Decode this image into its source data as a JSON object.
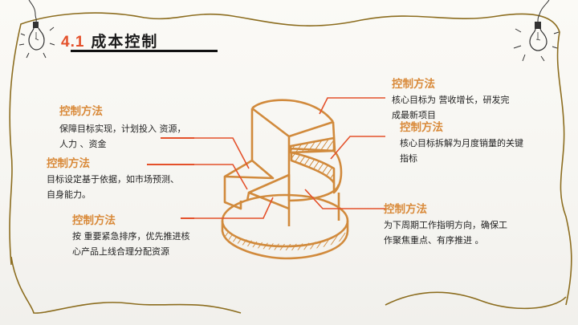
{
  "slide": {
    "title_number": "4.1",
    "title": "成本控制",
    "accent_color": "#e4512b",
    "heading_color": "#d98a3a",
    "frame_color": "#8c6d1f",
    "diagram_color": "#d18a3c"
  },
  "blocks": [
    {
      "heading": "控制方法",
      "lines": [
        "保障目标实现，计划投入 资源，",
        "人力 、资金"
      ]
    },
    {
      "heading": "控制方法",
      "lines": [
        "目标设定基于依据，如市场预测、",
        "自身能力。"
      ]
    },
    {
      "heading": "控制方法",
      "lines": [
        "按 重要紧急排序，优先推进核",
        "心产品上线合理分配资源"
      ]
    },
    {
      "heading": "控制方法",
      "lines": [
        "核心目标为 营收增长，研发完",
        "成最新项目"
      ]
    },
    {
      "heading": "控制方法",
      "lines": [
        "核心目标拆解为月度销量的关键",
        "指标"
      ]
    },
    {
      "heading": "控制方法",
      "lines": [
        "为下周期工作指明方向，确保工",
        "作聚焦重点、有序推进 。"
      ]
    }
  ],
  "icons": {
    "left": "light-bulb",
    "right": "light-bulb",
    "center": "pie-cylinder-diagram"
  }
}
